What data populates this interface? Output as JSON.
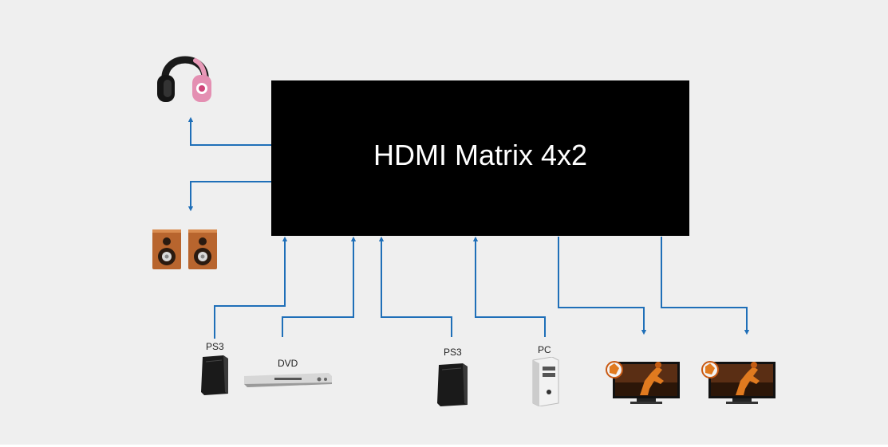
{
  "matrix": {
    "title": "HDMI Matrix 4x2"
  },
  "sources": [
    {
      "label": "PS3",
      "icon": "ps3-console-icon"
    },
    {
      "label": "DVD",
      "icon": "dvd-player-icon"
    },
    {
      "label": "PS3",
      "icon": "ps3-console-icon"
    },
    {
      "label": "PC",
      "icon": "pc-tower-icon"
    }
  ],
  "outputs": [
    {
      "icon": "headphones-icon"
    },
    {
      "icon": "speakers-icon"
    },
    {
      "icon": "tv-display-icon"
    },
    {
      "icon": "tv-display-icon"
    }
  ],
  "colors": {
    "wire": "#1f6fb8",
    "box": "#000000",
    "background": "#efefef"
  }
}
